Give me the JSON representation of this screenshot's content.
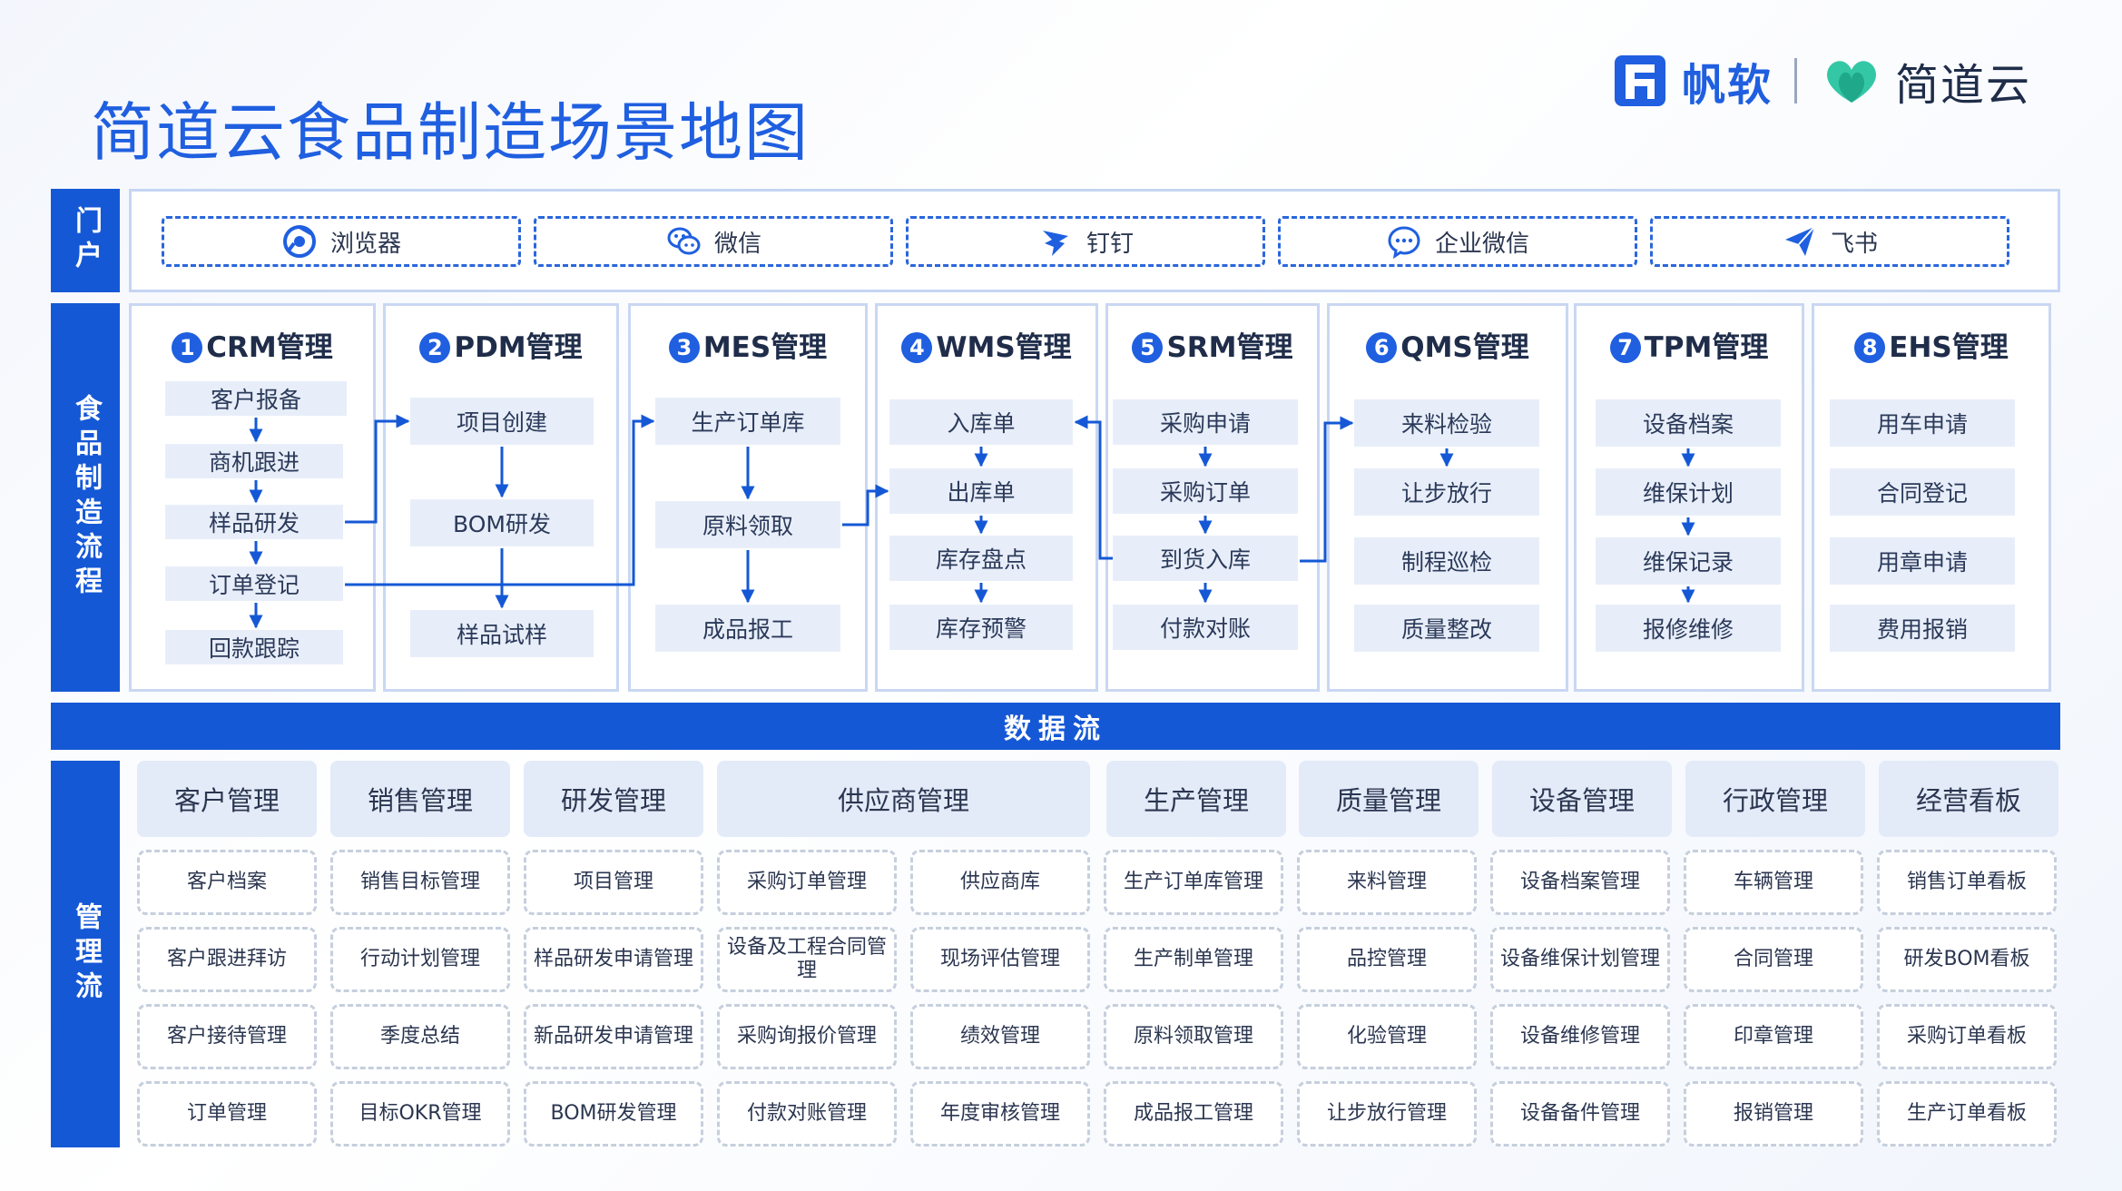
{
  "title": "简道云食品制造场景地图",
  "logo": {
    "brand1": "帆软",
    "brand2": "简道云"
  },
  "portal": {
    "tab": "门户",
    "items": [
      {
        "label": "浏览器",
        "icon": "chrome-icon"
      },
      {
        "label": "微信",
        "icon": "wechat-icon"
      },
      {
        "label": "钉钉",
        "icon": "dingtalk-icon"
      },
      {
        "label": "企业微信",
        "icon": "wecom-icon"
      },
      {
        "label": "飞书",
        "icon": "feishu-icon"
      }
    ]
  },
  "process": {
    "tab": "食品制造流程",
    "modules": [
      {
        "num": "1",
        "name": "CRM管理",
        "steps": [
          "客户报备",
          "商机跟进",
          "样品研发",
          "订单登记",
          "回款跟踪"
        ]
      },
      {
        "num": "2",
        "name": "PDM管理",
        "steps": [
          "项目创建",
          "BOM研发",
          "样品试样"
        ]
      },
      {
        "num": "3",
        "name": "MES管理",
        "steps": [
          "生产订单库",
          "原料领取",
          "成品报工"
        ]
      },
      {
        "num": "4",
        "name": "WMS管理",
        "steps": [
          "入库单",
          "出库单",
          "库存盘点",
          "库存预警"
        ]
      },
      {
        "num": "5",
        "name": "SRM管理",
        "steps": [
          "采购申请",
          "采购订单",
          "到货入库",
          "付款对账"
        ]
      },
      {
        "num": "6",
        "name": "QMS管理",
        "steps": [
          "来料检验",
          "让步放行",
          "制程巡检",
          "质量整改"
        ]
      },
      {
        "num": "7",
        "name": "TPM管理",
        "steps": [
          "设备档案",
          "维保计划",
          "维保记录",
          "报修维修"
        ]
      },
      {
        "num": "8",
        "name": "EHS管理",
        "steps": [
          "用车申请",
          "合同登记",
          "用章申请",
          "费用报销"
        ]
      }
    ]
  },
  "dataflow": {
    "label": "数据流"
  },
  "management": {
    "tab": "管理流",
    "categories": [
      "客户管理",
      "销售管理",
      "研发管理",
      "供应商管理",
      "生产管理",
      "质量管理",
      "设备管理",
      "行政管理",
      "经营看板"
    ],
    "columns": [
      [
        "客户档案",
        "客户跟进拜访",
        "客户接待管理",
        "订单管理"
      ],
      [
        "销售目标管理",
        "行动计划管理",
        "季度总结",
        "目标OKR管理"
      ],
      [
        "项目管理",
        "样品研发申请管理",
        "新品研发申请管理",
        "BOM研发管理"
      ],
      [
        "采购订单管理",
        "设备及工程合同管理",
        "采购询报价管理",
        "付款对账管理"
      ],
      [
        "供应商库",
        "现场评估管理",
        "绩效管理",
        "年度审核管理"
      ],
      [
        "生产订单库管理",
        "生产制单管理",
        "原料领取管理",
        "成品报工管理"
      ],
      [
        "来料管理",
        "品控管理",
        "化验管理",
        "让步放行管理"
      ],
      [
        "设备档案管理",
        "设备维保计划管理",
        "设备维修管理",
        "设备备件管理"
      ],
      [
        "车辆管理",
        "合同管理",
        "印章管理",
        "报销管理"
      ],
      [
        "销售订单看板",
        "研发BOM看板",
        "采购订单看板",
        "生产订单看板"
      ]
    ]
  },
  "colors": {
    "primary": "#1558d6",
    "title": "#1f5fe0",
    "step_bg": "#e8eef9",
    "frame": "#c9d7f2"
  }
}
